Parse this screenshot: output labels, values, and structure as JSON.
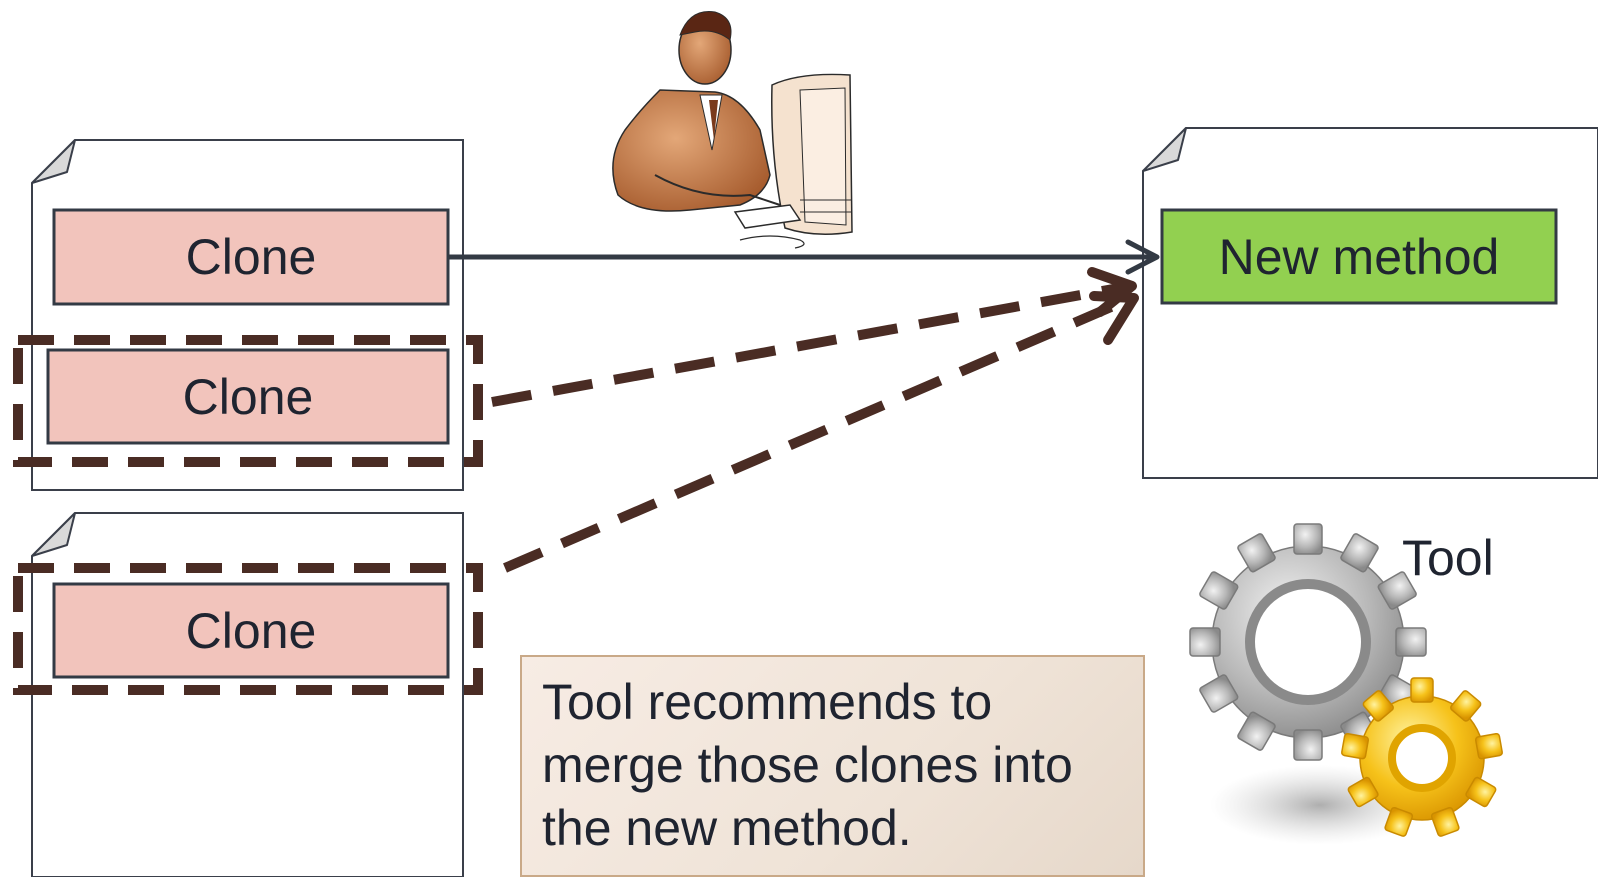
{
  "clones": [
    {
      "label": "Clone"
    },
    {
      "label": "Clone"
    },
    {
      "label": "Clone"
    }
  ],
  "new_method": {
    "label": "New method"
  },
  "tool": {
    "label": "Tool"
  },
  "note": {
    "text": "Tool recommends to\nmerge those clones into\nthe new method."
  },
  "colors": {
    "clone_fill": "#f2c4bc",
    "new_method_fill": "#92d050",
    "dashed_highlight": "#4a2c24",
    "outline": "#333a44",
    "note_fill": "#f4e8de"
  },
  "icons": {
    "developer": "developer-at-computer-icon",
    "tool": "gears-icon"
  }
}
